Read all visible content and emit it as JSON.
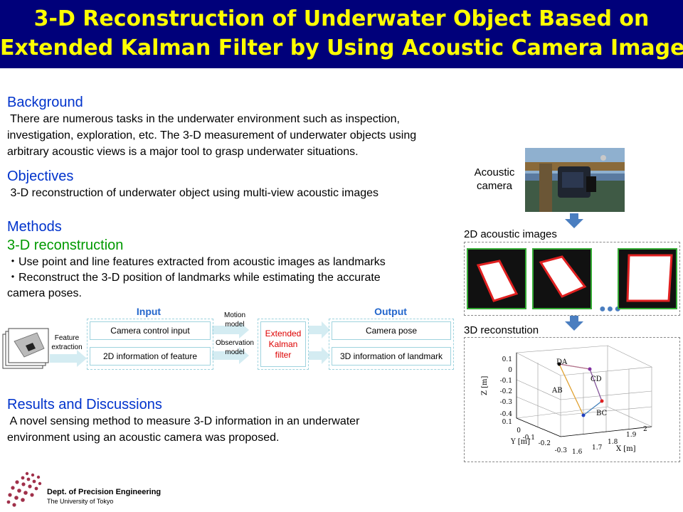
{
  "title": {
    "line1": "3-D Reconstruction of Underwater Object Based on",
    "line2": "Extended Kalman Filter by Using Acoustic Camera Images"
  },
  "background": {
    "heading": "Background",
    "line1": " There are numerous tasks in the underwater environment such as inspection,",
    "line2": "investigation, exploration, etc. The 3-D measurement of underwater objects using",
    "line3": "arbitrary acoustic views is a major tool to grasp underwater situations."
  },
  "objectives": {
    "heading": "Objectives",
    "line1": " 3-D reconstruction of underwater object using multi-view acoustic images"
  },
  "methods": {
    "heading": "Methods",
    "subheading": "3-D reconstruction",
    "bullet1": "・Use point and line features extracted from acoustic images as landmarks",
    "bullet2": "・Reconstruct the 3-D position of landmarks while estimating the accurate",
    "bullet2b": "camera poses."
  },
  "flow": {
    "feature_extraction": "Feature extraction",
    "input_label": "Input",
    "output_label": "Output",
    "camera_control_input": "Camera control input",
    "feature_2d": "2D information of feature",
    "motion_model": "Motion model",
    "observation_model": "Observation model",
    "ekf": "Extended Kalman filter",
    "camera_pose": "Camera pose",
    "landmark_3d": "3D information of landmark"
  },
  "results": {
    "heading": "Results and Discussions",
    "line1": " A novel sensing method to measure 3-D information in an underwater",
    "line2": "environment using an acoustic camera was proposed."
  },
  "right": {
    "acoustic_camera": "Acoustic camera",
    "acoustic_images": "2D acoustic images",
    "reconstruction": "3D reconstution"
  },
  "plot": {
    "zlabel": "Z [m]",
    "ylabel": "Y [m]",
    "xlabel": "X [m]",
    "zticks": [
      "0.1",
      "0",
      "-0.1",
      "-0.2",
      "-0.3",
      "-0.4"
    ],
    "yticks": [
      "0.1",
      "0",
      "-0.1",
      "-0.2",
      "-0.3"
    ],
    "xticks": [
      "1.6",
      "1.7",
      "1.8",
      "1.9",
      "2"
    ],
    "labels": {
      "da": "DA",
      "cd": "CD",
      "ab": "AB",
      "bc": "BC"
    }
  },
  "logo": {
    "dept": "Dept. of Precision Engineering",
    "univ": "The University of Tokyo"
  },
  "colors": {
    "title_bg": "#00007a",
    "title_text": "#ffff00",
    "heading_blue": "#0033cc",
    "heading_green": "#009900",
    "ekf_red": "#dd0000"
  }
}
